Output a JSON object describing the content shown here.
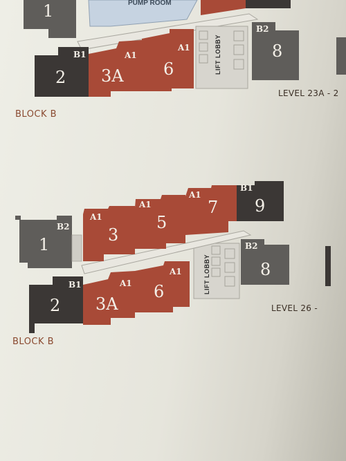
{
  "colors": {
    "type_a1": "#a84a37",
    "type_b_dark": "#3b3735",
    "type_b_grey": "#5f5d5a",
    "lobby_floor": "#cfcdc6",
    "corridor": "#e9e7e0",
    "pump_room": "#c6d3e1"
  },
  "top_plan": {
    "pump_room_label": "PUMP ROOM",
    "lift_lobby_label": "LIFT LOBBY",
    "level_label": "LEVEL 23A - 2",
    "block_label": "BLOCK B",
    "units": {
      "u1": {
        "number": "1",
        "type": ""
      },
      "u2": {
        "number": "2",
        "type": "B1"
      },
      "u3a": {
        "number": "3A",
        "type": "A1"
      },
      "u6": {
        "number": "6",
        "type": "A1"
      },
      "u8": {
        "number": "8",
        "type": "B2"
      }
    }
  },
  "bottom_plan": {
    "lift_lobby_label": "LIFT LOBBY",
    "level_label": "LEVEL 26 -",
    "block_label": "BLOCK B",
    "units": {
      "u1": {
        "number": "1",
        "type": "B2"
      },
      "u2": {
        "number": "2",
        "type": "B1"
      },
      "u3": {
        "number": "3",
        "type": "A1"
      },
      "u3a": {
        "number": "3A",
        "type": "A1"
      },
      "u5": {
        "number": "5",
        "type": "A1"
      },
      "u6": {
        "number": "6",
        "type": "A1"
      },
      "u7": {
        "number": "7",
        "type": "A1"
      },
      "u8": {
        "number": "8",
        "type": "B2"
      },
      "u9": {
        "number": "9",
        "type": "B1"
      }
    }
  }
}
